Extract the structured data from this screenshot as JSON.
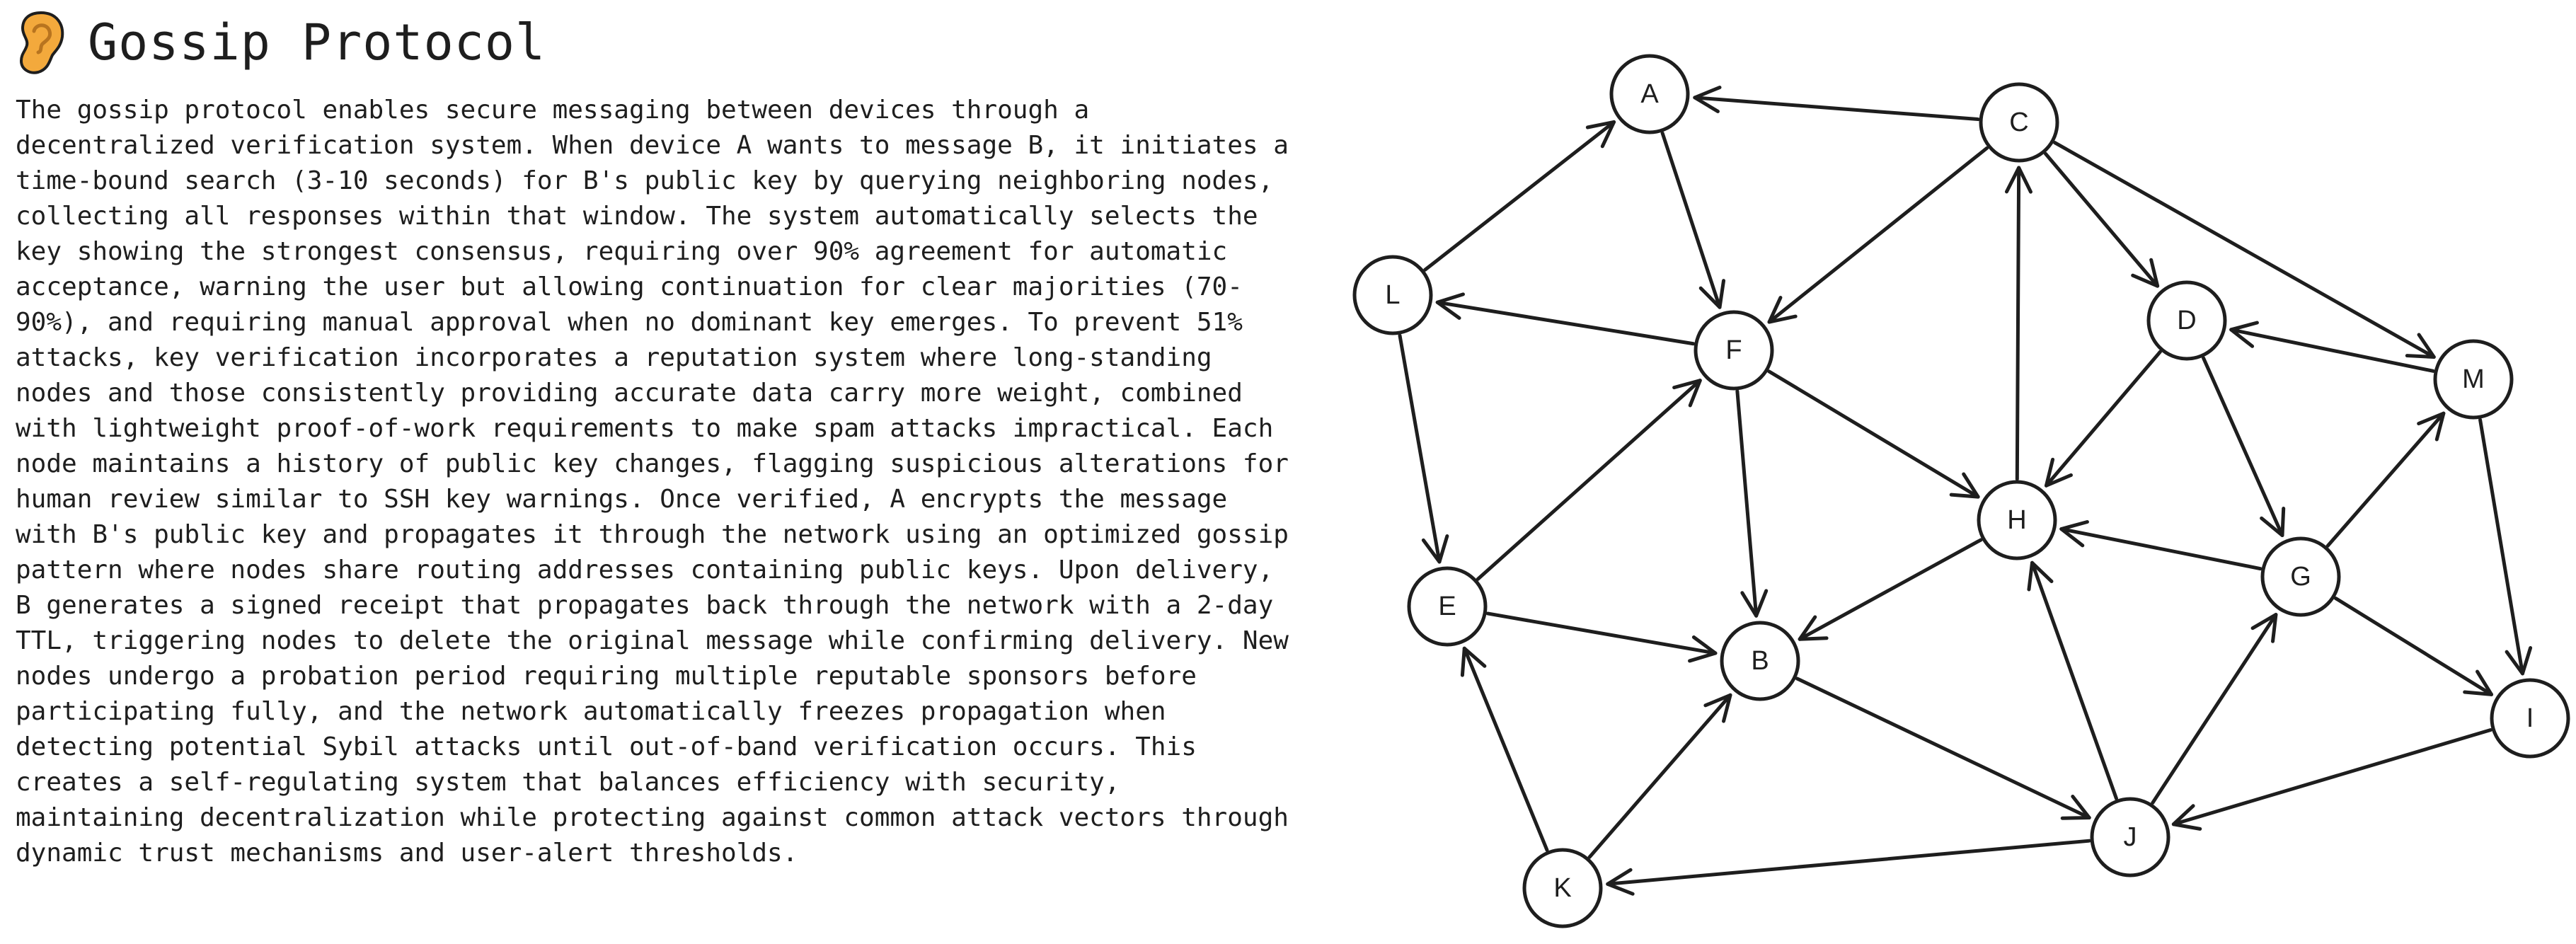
{
  "header": {
    "title": "Gossip Protocol",
    "icon": "ear-icon"
  },
  "description": "The gossip protocol enables secure messaging between devices through a\ndecentralized verification system. When device A wants to message B, it initiates a\ntime-bound search (3-10 seconds) for B's public key by querying neighboring nodes,\ncollecting all responses within that window. The system automatically selects the\nkey showing the strongest consensus, requiring over 90% agreement for automatic\nacceptance, warning the user but allowing continuation for clear majorities (70-\n90%), and requiring manual approval when no dominant key emerges. To prevent 51%\nattacks, key verification incorporates a reputation system where long-standing\nnodes and those consistently providing accurate data carry more weight, combined\nwith lightweight proof-of-work requirements to make spam attacks impractical. Each\nnode maintains a history of public key changes, flagging suspicious alterations for\nhuman review similar to SSH key warnings. Once verified, A encrypts the message\nwith B's public key and propagates it through the network using an optimized gossip\npattern where nodes share routing addresses containing public keys. Upon delivery,\nB generates a signed receipt that propagates back through the network with a 2-day\nTTL, triggering nodes to delete the original message while confirming delivery. New\nnodes undergo a probation period requiring multiple reputable sponsors before\nparticipating fully, and the network automatically freezes propagation when\ndetecting potential Sybil attacks until out-of-band verification occurs. This\ncreates a self-regulating system that balances efficiency with security,\nmaintaining decentralization while protecting against common attack vectors through\ndynamic trust mechanisms and user-alert thresholds.",
  "graph": {
    "nodes": [
      "A",
      "B",
      "C",
      "D",
      "E",
      "F",
      "G",
      "H",
      "I",
      "J",
      "K",
      "L",
      "M"
    ],
    "edges": [
      {
        "from": "C",
        "to": "A"
      },
      {
        "from": "A",
        "to": "F"
      },
      {
        "from": "L",
        "to": "A"
      },
      {
        "from": "C",
        "to": "F"
      },
      {
        "from": "C",
        "to": "D"
      },
      {
        "from": "C",
        "to": "M"
      },
      {
        "from": "F",
        "to": "L"
      },
      {
        "from": "L",
        "to": "E"
      },
      {
        "from": "F",
        "to": "H"
      },
      {
        "from": "F",
        "to": "B"
      },
      {
        "from": "E",
        "to": "F"
      },
      {
        "from": "E",
        "to": "B"
      },
      {
        "from": "H",
        "to": "C"
      },
      {
        "from": "D",
        "to": "H"
      },
      {
        "from": "D",
        "to": "G"
      },
      {
        "from": "M",
        "to": "D"
      },
      {
        "from": "M",
        "to": "I"
      },
      {
        "from": "G",
        "to": "M"
      },
      {
        "from": "G",
        "to": "H"
      },
      {
        "from": "G",
        "to": "I"
      },
      {
        "from": "H",
        "to": "B"
      },
      {
        "from": "B",
        "to": "J"
      },
      {
        "from": "J",
        "to": "H"
      },
      {
        "from": "J",
        "to": "G"
      },
      {
        "from": "I",
        "to": "J"
      },
      {
        "from": "J",
        "to": "K"
      },
      {
        "from": "K",
        "to": "B"
      },
      {
        "from": "K",
        "to": "E"
      }
    ]
  }
}
